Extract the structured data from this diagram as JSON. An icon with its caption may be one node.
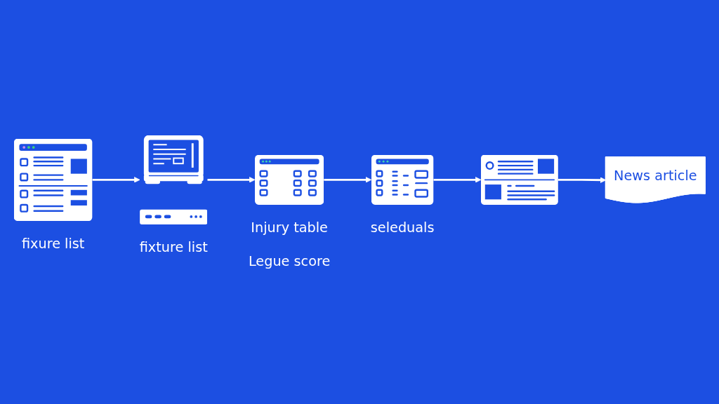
{
  "diagram": {
    "nodes": [
      {
        "text": [],
        "shape": "picture",
        "beside": [
          "fixure list"
        ]
      },
      {
        "text": [],
        "shape": "picture",
        "beside": [
          "fixture list"
        ]
      },
      {
        "text": [],
        "shape": "picture",
        "beside": [
          "Injury table",
          "Legue score"
        ]
      },
      {
        "text": [],
        "shape": "picture",
        "beside": [
          "seleduals"
        ]
      },
      {
        "text": [],
        "shape": "picture"
      },
      {
        "text": [
          "News article"
        ]
      }
    ],
    "edges": [
      {
        "from": 0,
        "to": 1,
        "arrow": "to"
      },
      {
        "from": 1,
        "to": 2,
        "arrow": "to"
      },
      {
        "from": 2,
        "to": 3,
        "arrow": "to"
      },
      {
        "from": 3,
        "to": 4,
        "arrow": "to"
      },
      {
        "from": 4,
        "to": 5,
        "arrow": "to"
      }
    ]
  }
}
